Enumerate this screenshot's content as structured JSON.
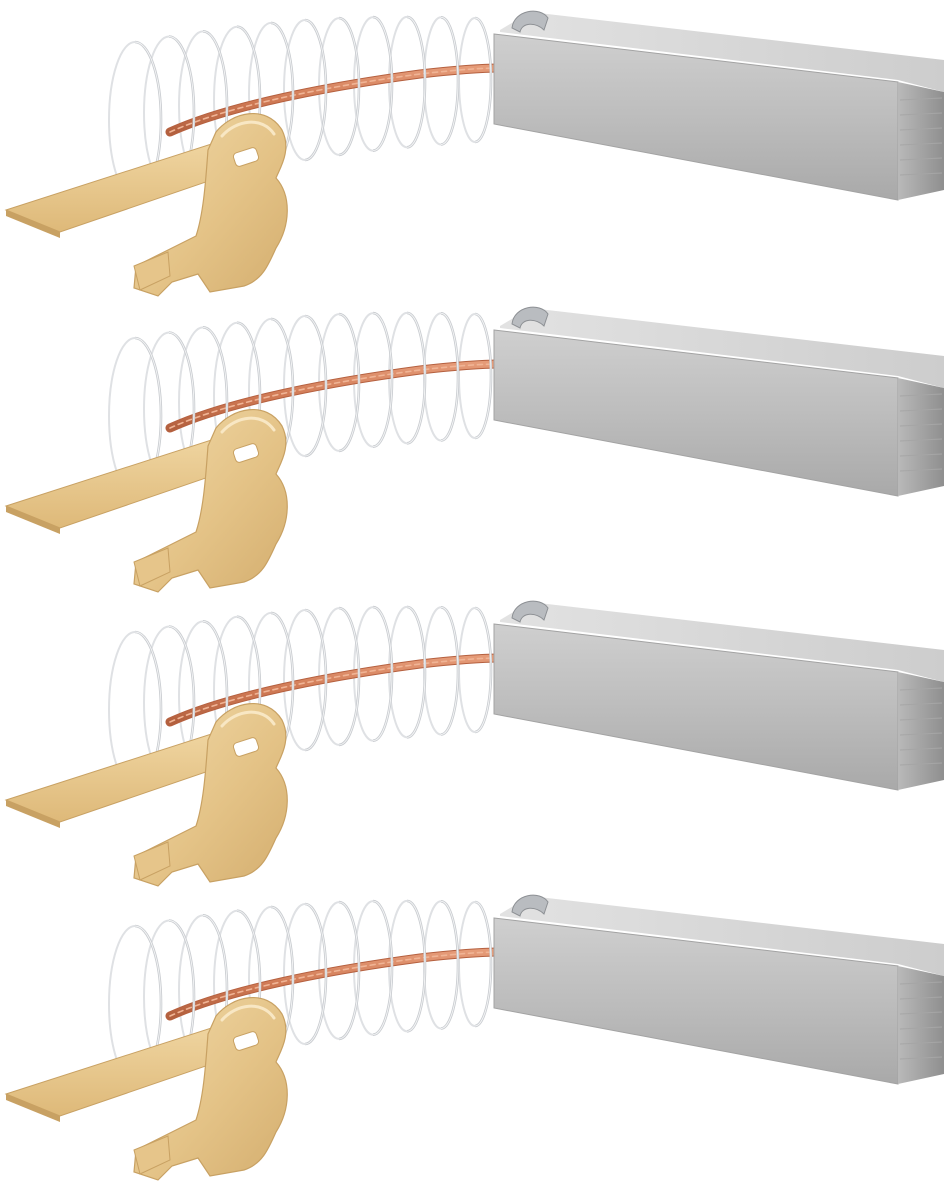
{
  "product_photo": {
    "item_count": 4,
    "item": {
      "parts": [
        "carbon-brush-block",
        "copper-braided-lead",
        "steel-compression-spring",
        "brass-terminal-clip"
      ]
    },
    "colors": {
      "background": "#ffffff",
      "carbon_light": "#d6d6d6",
      "carbon_mid": "#b4b4b4",
      "carbon_dark": "#939393",
      "copper": "#d4825e",
      "copper_dark": "#b5603f",
      "spring": "#c9ccd0",
      "brass_light": "#eed3a0",
      "brass_mid": "#e1bf83",
      "brass_dark": "#c8a163",
      "rivet": "#b9bcc0"
    }
  }
}
